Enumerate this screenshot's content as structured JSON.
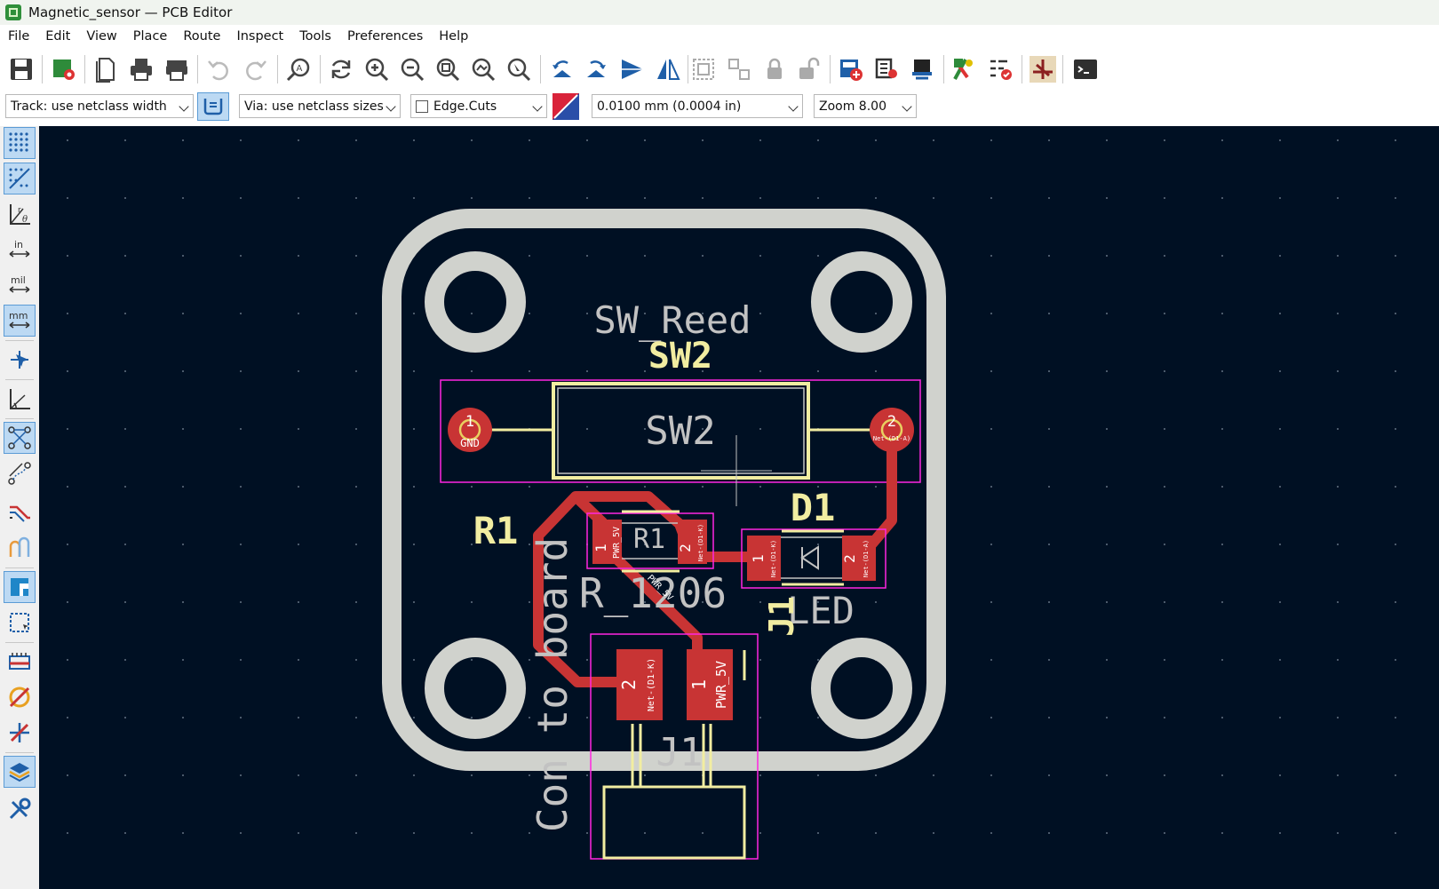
{
  "window": {
    "title": "Magnetic_sensor — PCB Editor",
    "app_icon": "kicad-pcbnew-icon"
  },
  "menu": [
    "File",
    "Edit",
    "View",
    "Place",
    "Route",
    "Inspect",
    "Tools",
    "Preferences",
    "Help"
  ],
  "toolbar_icons": [
    "save-icon",
    "board-setup-icon",
    "page-settings-icon",
    "print-icon",
    "plot-icon",
    "undo-icon",
    "redo-icon",
    "find-icon",
    "refresh-icon",
    "zoom-in-icon",
    "zoom-out-icon",
    "zoom-fit-icon",
    "zoom-objects-icon",
    "zoom-selection-icon",
    "rotate-ccw-icon",
    "rotate-cw-icon",
    "flip-icon",
    "mirror-icon",
    "group-icon",
    "ungroup-icon",
    "lock-icon",
    "unlock-icon",
    "update-pcb-icon",
    "footprint-editor-icon",
    "footprint-browser-icon",
    "drc-icon",
    "net-inspector-icon",
    "show-ratsnest-icon",
    "scripting-console-icon"
  ],
  "options": {
    "track_width": "Track: use netclass width",
    "via_size": "Via: use netclass sizes",
    "layer": "Edge.Cuts",
    "grid": "0.0100 mm (0.0004 in)",
    "zoom": "Zoom 8.00"
  },
  "left_tools": [
    "grid-dots-icon",
    "grid-overrides-icon",
    "polar-coords-icon",
    "units-in-icon",
    "units-mil-icon",
    "units-mm-icon",
    "cursor-icon",
    "origin-icon",
    "ratsnest-icon",
    "curved-ratsnest-icon",
    "show-tracks-icon",
    "show-vias-icon",
    "zone-display-icon",
    "zone-outline-icon",
    "fill-zones-icon",
    "net-highlight-icon",
    "cross-probe-icon",
    "layers-manager-icon",
    "properties-icon"
  ],
  "colors": {
    "canvas": "#001023",
    "copper": "#c83434",
    "silkscreen": "#f2eda1",
    "fab": "#c2c2c2",
    "courtyard": "#ff26e2",
    "edge": "#d0d2cd"
  },
  "pcb": {
    "sw2_value": "SW_Reed",
    "sw2_ref": "SW2",
    "sw2_body_ref": "SW2",
    "sw2_pad1": "1",
    "sw2_pad1_net": "GND",
    "sw2_pad2": "2",
    "sw2_pad2_net": "Net-(D1-A)",
    "r1_ref": "R1",
    "r1_body_ref": "R1",
    "r1_value": "R_1206",
    "r1_pad1": "1",
    "r1_pad1_net": "PWR_5V",
    "r1_pad2": "2",
    "r1_pad2_net": "Net-(D1-K)",
    "d1_ref": "D1",
    "d1_value": "LED",
    "d1_pad1": "1",
    "d1_pad1_net": "Net-(D1-K)",
    "d1_pad2": "2",
    "d1_pad2_net": "Net-(D1-A)",
    "j1_ref": "J1",
    "j1_body_ref": "J1",
    "j1_value": "Con to board",
    "j1_pad2": "2",
    "j1_pad2_net": "Net-(D1-K)",
    "j1_pad1": "1",
    "j1_pad1_net": "PWR_5V",
    "track_label": "PWR_5V"
  }
}
